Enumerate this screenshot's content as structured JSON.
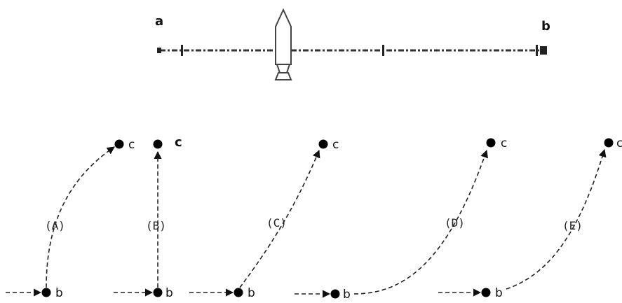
{
  "top": {
    "label_a": "a",
    "label_b": "b"
  },
  "paths": [
    {
      "id": "A",
      "label": "(A)",
      "start": "b",
      "end": "c"
    },
    {
      "id": "B",
      "label": "(B)",
      "start": "b",
      "end": "c"
    },
    {
      "id": "C",
      "label": "(C)",
      "start": "b",
      "end": "c"
    },
    {
      "id": "D",
      "label": "(D)",
      "start": "b",
      "end": "c"
    },
    {
      "id": "E",
      "label": "(E)",
      "start": "b",
      "end": "c"
    }
  ]
}
